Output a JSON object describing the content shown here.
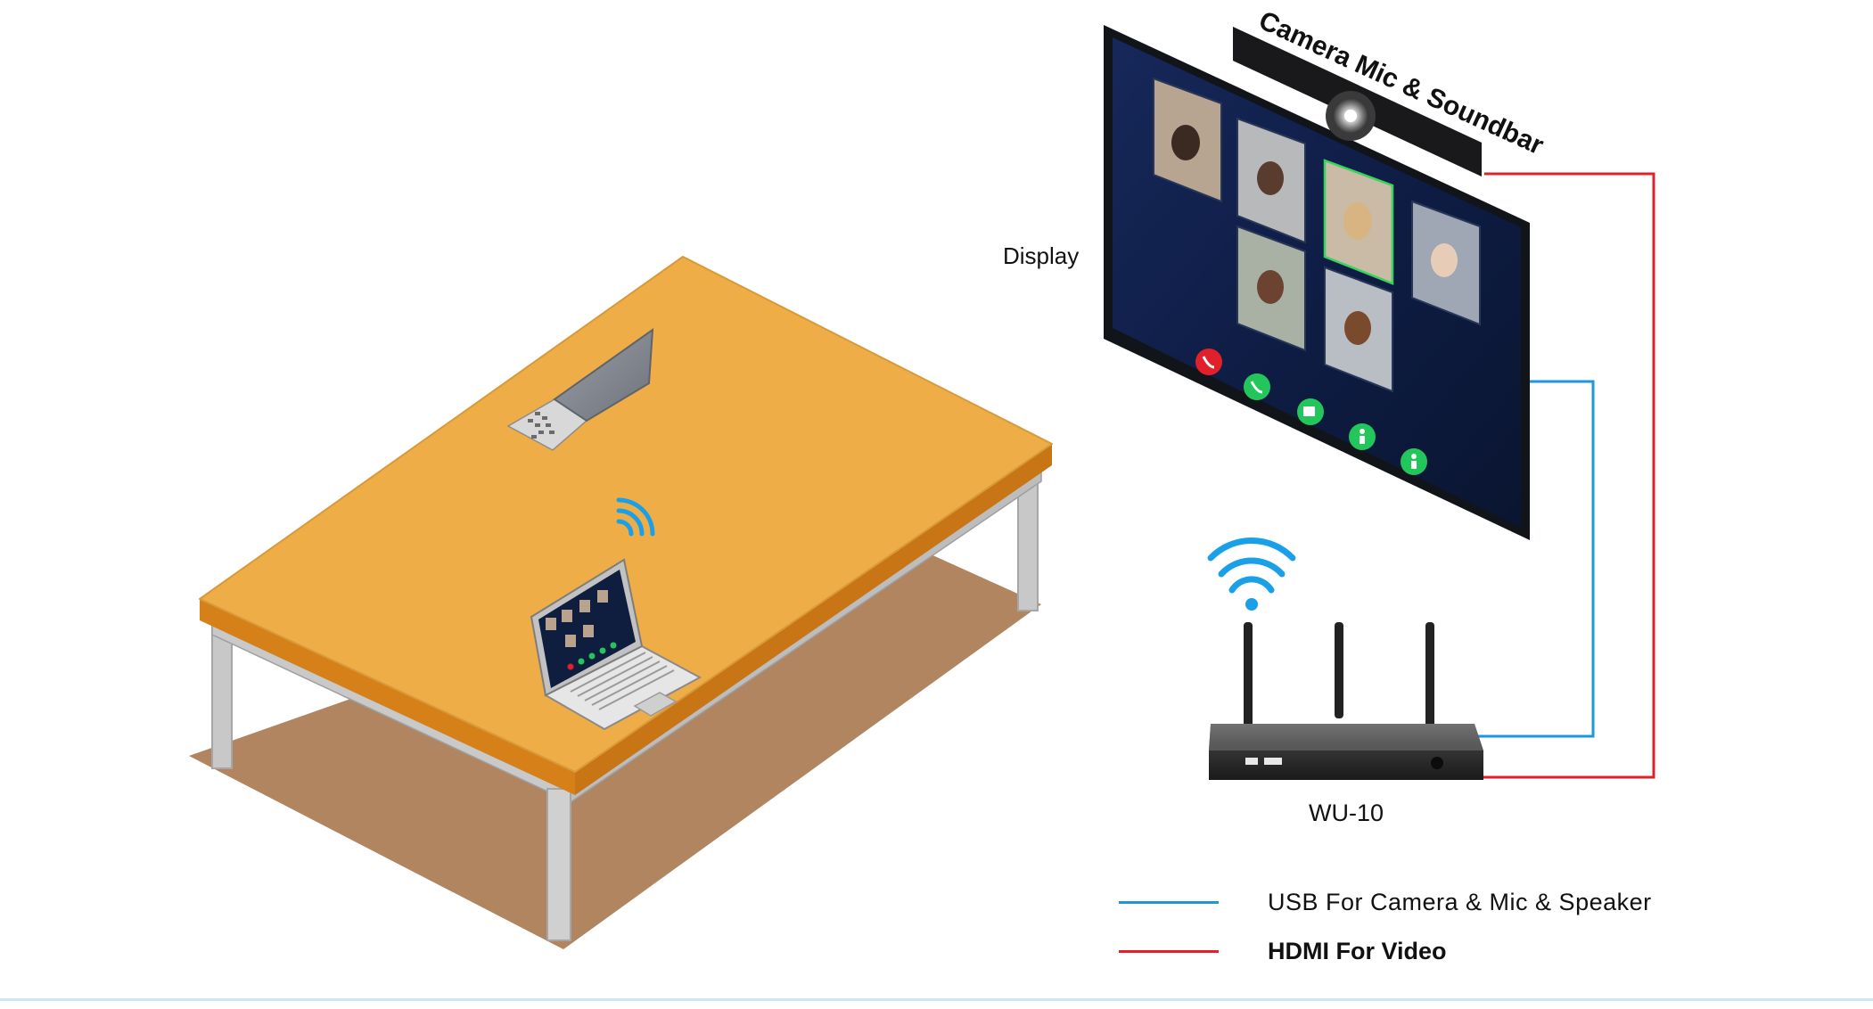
{
  "labels": {
    "camera_bar": "Camera Mic & Soundbar",
    "display": "Display",
    "device": "WU-10"
  },
  "legend": [
    {
      "label": "USB For Camera & Mic & Speaker",
      "color": "#1e96dc"
    },
    {
      "label": "HDMI For Video",
      "color": "#e0202a"
    }
  ],
  "colors": {
    "table_top": "#efad47",
    "table_edge": "#d6801a",
    "shadow": "#b1855f",
    "table_legs": "#c6c6c6",
    "screen_bg": "#0f1d3e",
    "usb_cable": "#1e96dc",
    "hdmi_cable": "#e0202a",
    "wifi": "#1aa0e8",
    "router_body": "#2b2b2b",
    "bottom_rule": "#cfe6f4"
  },
  "icons": {
    "wifi": "wifi-icon",
    "camera": "camera-lens-icon",
    "call_controls": [
      "end-call-icon",
      "accept-call-icon",
      "video-icon",
      "participant-icon",
      "add-participant-icon"
    ]
  }
}
